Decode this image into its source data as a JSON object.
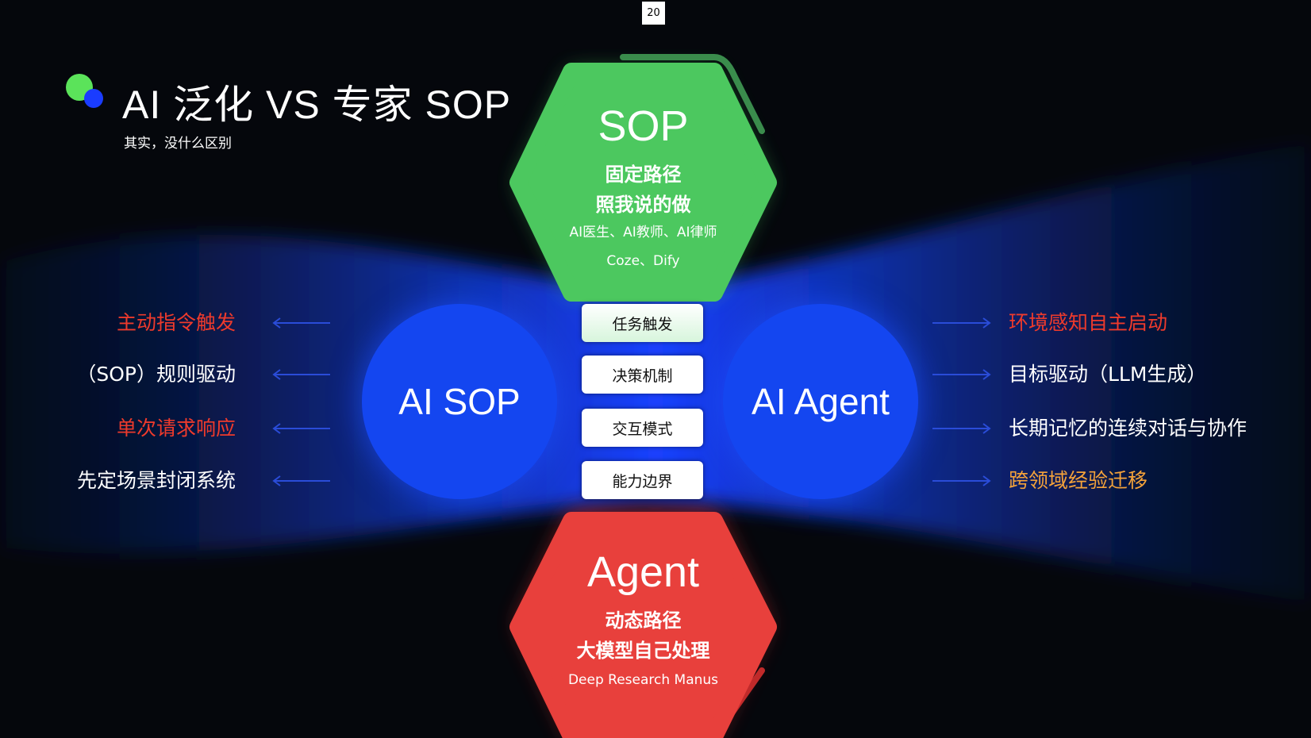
{
  "page_number": "20",
  "title": "AI 泛化 VS 专家 SOP",
  "subtitle": "其实，没什么区别",
  "sop_hex": {
    "heading": "SOP",
    "line1": "固定路径",
    "line2": "照我说的做",
    "examples": "AI医生、AI教师、AI律师",
    "tools": "Coze、Dify"
  },
  "agent_hex": {
    "heading": "Agent",
    "line1": "动态路径",
    "line2": "大模型自己处理",
    "examples": "Deep Research Manus"
  },
  "left_circle": "AI SOP",
  "right_circle": "AI Agent",
  "center_boxes": [
    "任务触发",
    "决策机制",
    "交互模式",
    "能力边界"
  ],
  "left_labels": [
    "主动指令触发",
    "（SOP）规则驱动",
    "单次请求响应",
    "先定场景封闭系统"
  ],
  "right_labels": [
    "环境感知自主启动",
    "目标驱动（LLM生成）",
    "长期记忆的连续对话与协作",
    "跨领域经验迁移"
  ],
  "colors": {
    "green": "#4cc85f",
    "red": "#e8403c",
    "blue": "#1446f0",
    "label_red": "#ee3a2c",
    "label_orange": "#f5a33a"
  }
}
